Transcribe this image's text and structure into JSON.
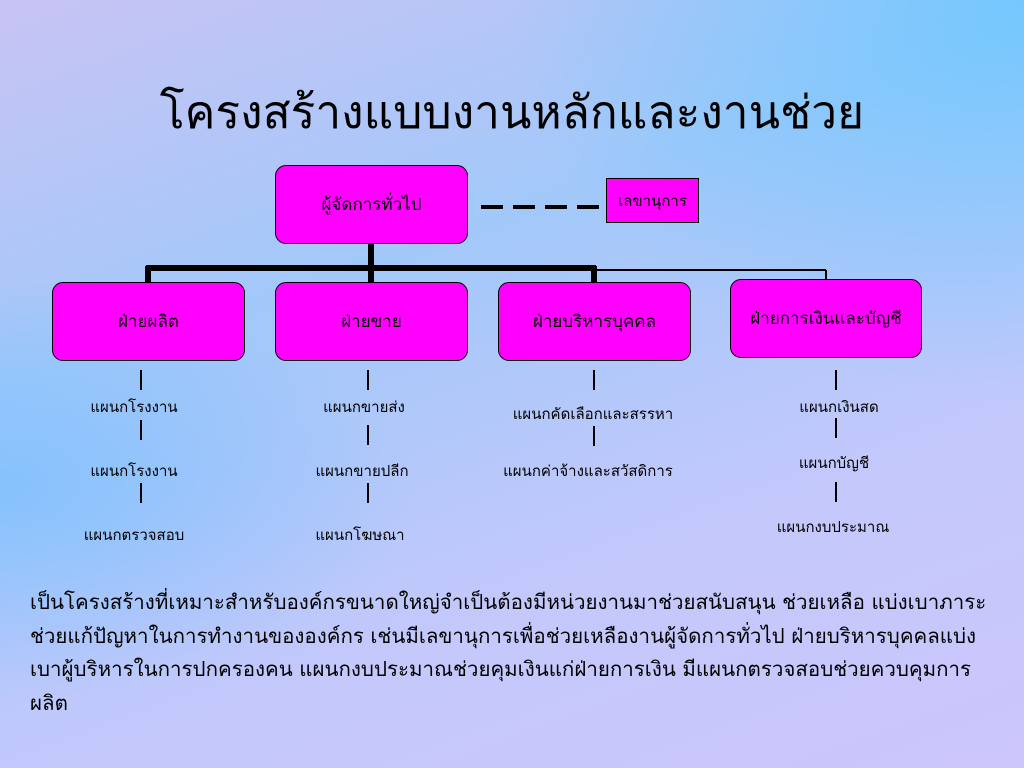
{
  "title": "โครงสร้างแบบงานหลักและงานช่วย",
  "general_manager": "ผู้จัดการทั่วไป",
  "secretary": "เลขานุการ",
  "departments": [
    {
      "name": "ฝ่ายผลิต",
      "sections": [
        "แผนกโรงงาน",
        "แผนกโรงงาน",
        "แผนกตรวจสอบ"
      ]
    },
    {
      "name": "ฝ่ายขาย",
      "sections": [
        "แผนกขายส่ง",
        "แผนกขายปลีก",
        "แผนกโฆษณา"
      ]
    },
    {
      "name": "ฝ่ายบริหารบุคคล",
      "sections": [
        "แผนกคัดเลือกและสรรหา",
        "แผนกค่าจ้างและสวัสดิการ"
      ]
    },
    {
      "name": "ฝ่ายการเงินและบัญชี",
      "sections": [
        "แผนกเงินสด",
        "แผนกบัญชี",
        "แผนกงบประมาณ"
      ]
    }
  ],
  "description": "เป็นโครงสร้างที่เหมาะสำหรับองค์กรขนาดใหญ่จำเป็นต้องมีหน่วยงานมาช่วยสนับสนุน ช่วยเหลือ แบ่งเบาภาระ ช่วยแก้ปัญหาในการทำงานขององค์กร เช่นมีเลขานุการเพื่อช่วยเหลืองานผู้จัดการทั่วไป  ฝ่ายบริหารบุคคลแบ่งเบาผู้บริหารในการปกครองคน  แผนกงบประมาณช่วยคุมเงินแก่ฝ่ายการเงิน มีแผนกตรวจสอบช่วยควบคุมการผลิต",
  "colors": {
    "box_fill": "#ff00ff",
    "line": "#000000"
  }
}
